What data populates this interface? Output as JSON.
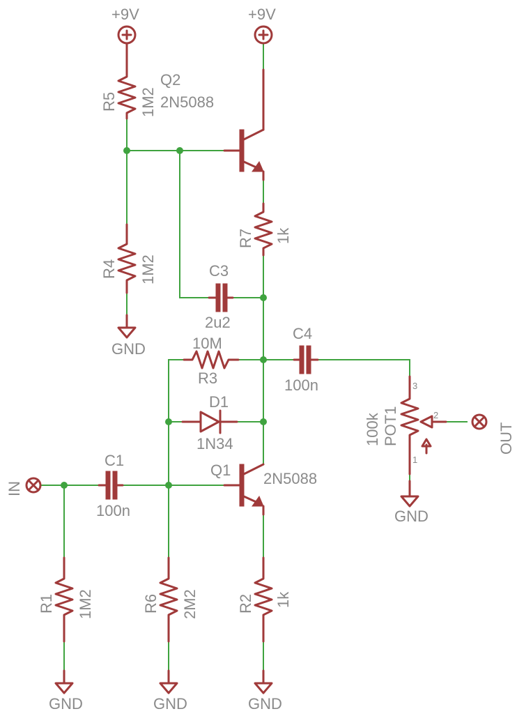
{
  "power": {
    "left": "+9V",
    "right": "+9V"
  },
  "ground_label": "GND",
  "resistors": {
    "R5": {
      "name": "R5",
      "value": "1M2"
    },
    "R4": {
      "name": "R4",
      "value": "1M2"
    },
    "R7": {
      "name": "R7",
      "value": "1k"
    },
    "R3": {
      "name": "R3",
      "value": "10M"
    },
    "R1": {
      "name": "R1",
      "value": "1M2"
    },
    "R6": {
      "name": "R6",
      "value": "2M2"
    },
    "R2": {
      "name": "R2",
      "value": "1k"
    }
  },
  "capacitors": {
    "C3": {
      "name": "C3",
      "value": "2u2"
    },
    "C4": {
      "name": "C4",
      "value": "100n"
    },
    "C1": {
      "name": "C1",
      "value": "100n"
    }
  },
  "transistors": {
    "Q2": {
      "name": "Q2",
      "value": "2N5088"
    },
    "Q1": {
      "name": "Q1",
      "value": "2N5088"
    }
  },
  "diode": {
    "name": "D1",
    "value": "1N34"
  },
  "pot": {
    "name": "POT1",
    "value": "100k",
    "pin1": "1",
    "pin2": "2",
    "pin3": "3"
  },
  "io": {
    "input": "IN",
    "output": "OUT"
  }
}
